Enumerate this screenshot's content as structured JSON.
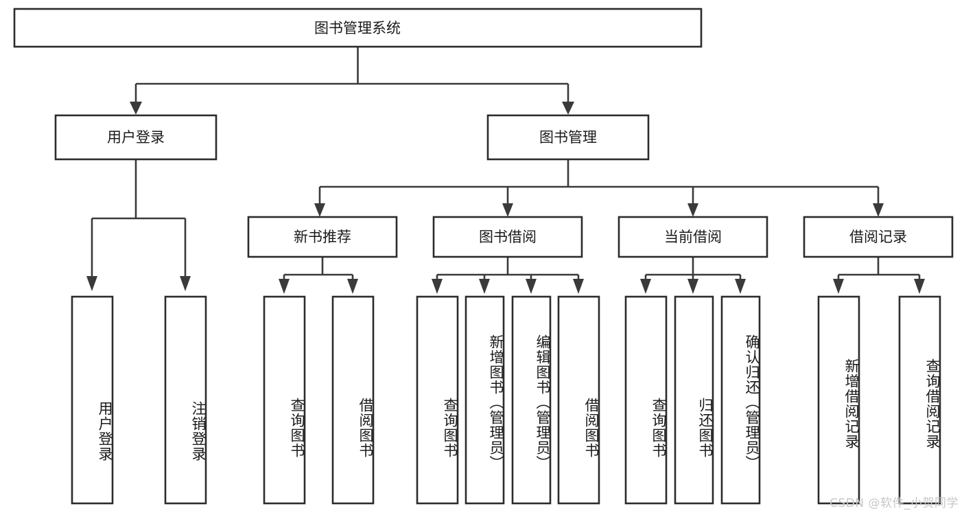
{
  "diagram": {
    "type": "tree-hierarchy",
    "title": "图书管理系统",
    "orientation": "top-down",
    "levels": 4,
    "root": {
      "label": "图书管理系统"
    },
    "level2": [
      {
        "label": "用户登录"
      },
      {
        "label": "图书管理"
      }
    ],
    "level3": [
      {
        "label": "新书推荐"
      },
      {
        "label": "图书借阅"
      },
      {
        "label": "当前借阅"
      },
      {
        "label": "借阅记录"
      }
    ],
    "leaves": {
      "user_login": [
        {
          "label": "用户登录"
        },
        {
          "label": "注销登录"
        }
      ],
      "new_book_recommend": [
        {
          "label": "查询图书"
        },
        {
          "label": "借阅图书"
        }
      ],
      "book_borrow": [
        {
          "label": "查询图书"
        },
        {
          "label": "新增图书（管理员）"
        },
        {
          "label": "编辑图书（管理员）"
        },
        {
          "label": "借阅图书"
        }
      ],
      "current_borrow": [
        {
          "label": "查询图书"
        },
        {
          "label": "归还图书"
        },
        {
          "label": "确认归还（管理员）"
        }
      ],
      "borrow_record": [
        {
          "label": "新增借阅记录"
        },
        {
          "label": "查询借阅记录"
        }
      ]
    }
  },
  "watermark": {
    "text": "CSDN @软件_小贺同学"
  },
  "colors": {
    "background": "#ffffff",
    "box_fill": "#ffffff",
    "box_stroke": "#2b2b2b",
    "connector": "#3a3a3a",
    "text": "#1a1a1a",
    "watermark": "#c6c6c6"
  }
}
